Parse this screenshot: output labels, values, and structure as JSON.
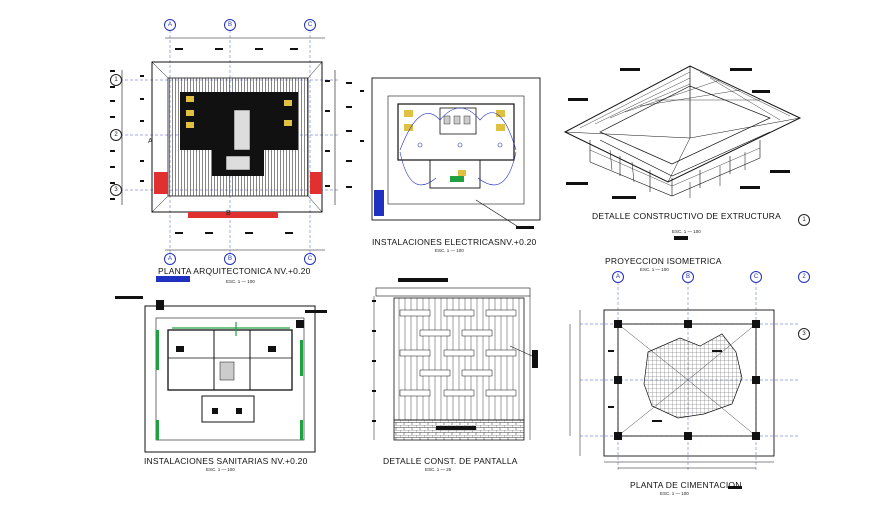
{
  "drawings": {
    "arquitectonica": {
      "title": "PLANTA ARQUITECTONICA NV.+0.20",
      "scale": "ESC. 1 — 100",
      "axes_top": [
        "A",
        "B",
        "C"
      ],
      "axes_bottom": [
        "A",
        "B",
        "C"
      ],
      "axes_left": [
        "1",
        "2",
        "3"
      ],
      "section_a": "A",
      "section_b": "B"
    },
    "electricas": {
      "title": "INSTALACIONES ELECTRICASNV.+0.20",
      "scale": "ESC. 1 — 100"
    },
    "estructura": {
      "title": "DETALLE CONSTRUCTIVO DE EXTRUCTURA",
      "scale": "ESC. 1 — 100",
      "marker": "1"
    },
    "isometrica": {
      "title": "PROYECCION ISOMETRICA",
      "scale": "ESC. 1 — 100",
      "axes_top": [
        "A",
        "B",
        "C"
      ],
      "marker_2": "2",
      "marker_3": "3"
    },
    "sanitarias": {
      "title": "INSTALACIONES SANITARIAS NV.+0.20",
      "scale": "ESC. 1 — 100"
    },
    "pantalla": {
      "title": "DETALLE CONST. DE PANTALLA",
      "scale": "ESC. 1 — 25"
    },
    "cimentacion": {
      "title": "PLANTA DE CIMENTACION",
      "scale": "ESC. 1 — 100"
    }
  },
  "colors": {
    "line": "#111111",
    "axis_blue": "#2030c0",
    "accent_red": "#e03030",
    "accent_green": "#20a040",
    "accent_yellow": "#e0c040",
    "hatch_grey": "#888888"
  }
}
